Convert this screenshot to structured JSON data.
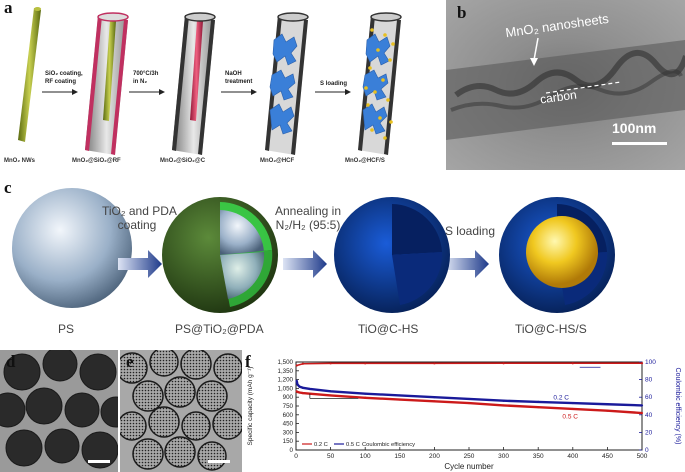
{
  "panels": {
    "a": "a",
    "b": "b",
    "c": "c",
    "d": "d",
    "e": "e",
    "f": "f"
  },
  "panel_a": {
    "stages": [
      "MnO₂ NWs",
      "MnO₂@SiO₂@RF",
      "MnO₂@SiO₂@C",
      "MnO₂@HCF",
      "MnO₂@HCF/S"
    ],
    "steps": [
      {
        "line1": "SiO₂ coating,",
        "line2": "RF coating"
      },
      {
        "line1": "700°C/3h",
        "line2": "in N₂"
      },
      {
        "line1": "NaOH",
        "line2": "treatment"
      },
      {
        "line1": "S loading",
        "line2": ""
      }
    ]
  },
  "panel_b": {
    "annotation_1": "MnO₂ nanosheets",
    "annotation_2": "carbon",
    "scale_bar": "100nm"
  },
  "panel_c": {
    "stages": [
      "PS",
      "PS@TiO₂@PDA",
      "TiO@C-HS",
      "TiO@C-HS/S"
    ],
    "steps": [
      {
        "line1": "TiO₂ and PDA",
        "line2": "coating"
      },
      {
        "line1": "Annealing in",
        "line2": "N₂/H₂ (95:5)"
      },
      {
        "line1": "S loading",
        "line2": ""
      }
    ]
  },
  "chart_data": {
    "type": "line",
    "xlabel": "Cycle number",
    "ylabel": "Specific capacity (mAh g⁻¹)",
    "y2label": "Coulombic efficiency (%)",
    "xlim": [
      0,
      500
    ],
    "ylim": [
      0,
      1500
    ],
    "y2lim": [
      0,
      100
    ],
    "x_ticks": [
      0,
      50,
      100,
      150,
      200,
      250,
      300,
      350,
      400,
      450,
      500
    ],
    "y_ticks": [
      "0",
      "150",
      "300",
      "450",
      "600",
      "750",
      "900",
      "1,050",
      "1,200",
      "1,350",
      "1,500"
    ],
    "y2_ticks": [
      0,
      20,
      40,
      60,
      80,
      100
    ],
    "legend": [
      "0.2 C",
      "0.5 C",
      "Coulombic efficiency"
    ],
    "annotations": [
      "0.2 C",
      "0.5 C"
    ],
    "series": [
      {
        "name": "0.2 C",
        "color": "#1a1a9a",
        "x": [
          1,
          2,
          5,
          10,
          20,
          50,
          100,
          150,
          200,
          250,
          300,
          350,
          400,
          450,
          500
        ],
        "y": [
          1180,
          1120,
          1080,
          1060,
          1040,
          1000,
          960,
          930,
          900,
          870,
          840,
          820,
          800,
          780,
          760
        ]
      },
      {
        "name": "0.5 C",
        "color": "#cc1a1a",
        "x": [
          1,
          2,
          5,
          10,
          20,
          50,
          100,
          150,
          200,
          250,
          300,
          350,
          400,
          450,
          500
        ],
        "y": [
          1000,
          990,
          980,
          970,
          960,
          930,
          890,
          860,
          830,
          800,
          760,
          730,
          700,
          670,
          630
        ]
      },
      {
        "name": "Coulombic efficiency",
        "color": "#cc1a1a",
        "axis": "right",
        "x": [
          1,
          10,
          50,
          100,
          200,
          300,
          400,
          500
        ],
        "y": [
          96,
          98,
          98.5,
          98.5,
          98.5,
          98.6,
          98.6,
          98.6
        ]
      }
    ]
  },
  "colors": {
    "nw": "#8a9a1e",
    "carbon": "#c03060",
    "mno2": "#3a7fd8",
    "sulfur": "#e8c020",
    "blue_arrow": "#1e3a8a"
  }
}
